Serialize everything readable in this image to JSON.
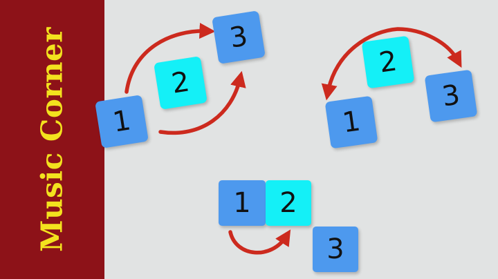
{
  "sidebar": {
    "title": "Music Corner"
  },
  "colors": {
    "sidebar_bg": "#8d1218",
    "sidebar_text": "#f3e21e",
    "tile_blue": "#4d99ee",
    "tile_cyan": "#14f0f7",
    "arrow": "#cc2a1e",
    "background": "#e1e3e3"
  },
  "diagrams": [
    {
      "tiles": [
        "1",
        "2",
        "3"
      ]
    },
    {
      "tiles": [
        "1",
        "2",
        "3"
      ]
    },
    {
      "tiles": [
        "1",
        "2",
        "3"
      ]
    }
  ]
}
